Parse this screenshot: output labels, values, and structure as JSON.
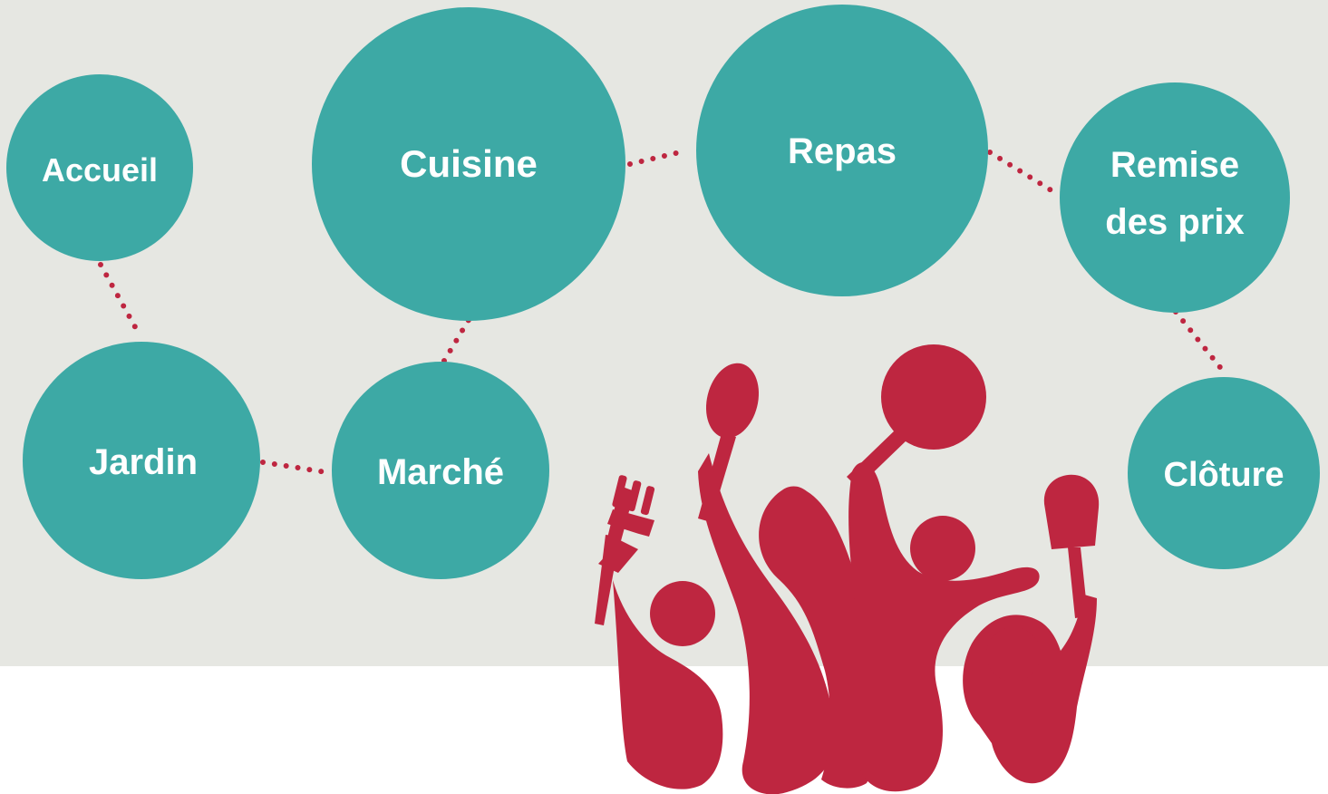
{
  "colors": {
    "background": "#e6e7e2",
    "bottom": "#ffffff",
    "node": "#3da9a5",
    "connector": "#be2640",
    "label": "#ffffff",
    "logo": "#be2640"
  },
  "nodes": {
    "accueil": "Accueil",
    "cuisine": "Cuisine",
    "repas": "Repas",
    "remise": [
      "Remise",
      "des prix"
    ],
    "jardin": "Jardin",
    "marche": "Marché",
    "cloture": "Clôture"
  },
  "logo": {
    "icon": "people-with-utensils-logo"
  }
}
